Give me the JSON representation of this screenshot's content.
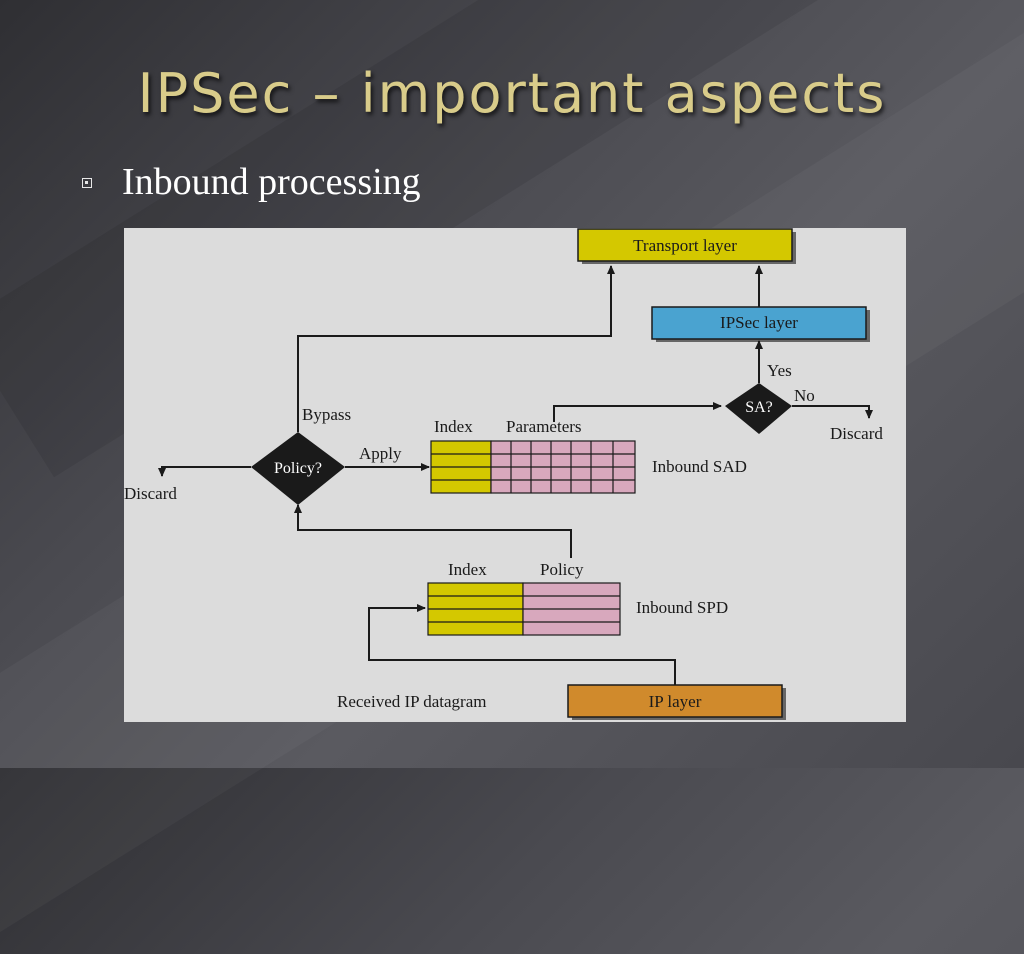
{
  "slide": {
    "title": "IPSec – important aspects",
    "bullet": "Inbound processing"
  },
  "diagram": {
    "transport_layer": "Transport layer",
    "ipsec_layer": "IPSec layer",
    "ip_layer": "IP layer",
    "sa_decision": "SA?",
    "policy_decision": "Policy?",
    "yes": "Yes",
    "no": "No",
    "bypass": "Bypass",
    "apply": "Apply",
    "discard_left": "Discard",
    "discard_right": "Discard",
    "sad_index": "Index",
    "sad_parameters": "Parameters",
    "inbound_sad": "Inbound SAD",
    "spd_index": "Index",
    "spd_policy": "Policy",
    "inbound_spd": "Inbound SPD",
    "received": "Received IP datagram"
  },
  "colors": {
    "yellow": "#d4c800",
    "blue": "#4aa3d0",
    "orange": "#d08a2c",
    "pink": "#d8a8bd",
    "diamond": "#1a1a1a"
  }
}
